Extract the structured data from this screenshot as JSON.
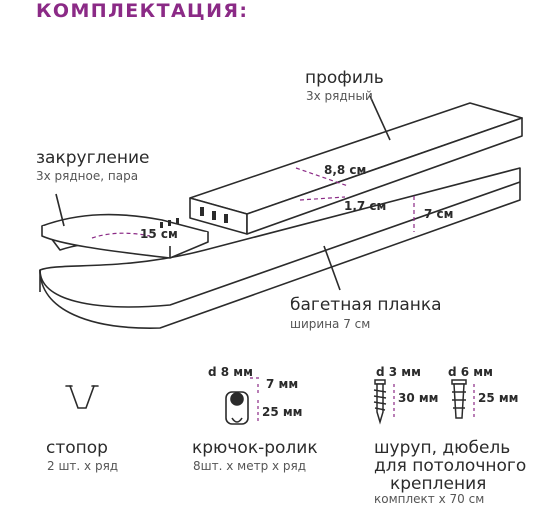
{
  "title": "КОМПЛЕКТАЦИЯ:",
  "colors": {
    "accent": "#8b2a86",
    "ink": "#2b2b2b",
    "muted": "#555555"
  },
  "parts": {
    "profile": {
      "label": "профиль",
      "sub": "3х рядный"
    },
    "rounding": {
      "label": "закругление",
      "sub": "3х рядное, пара"
    },
    "plank": {
      "label": "багетная планка",
      "sub": "ширина 7 см"
    }
  },
  "dimensions": {
    "profile_length": "8,8 см",
    "profile_width": "1,7 см",
    "plank_height": "7 см",
    "rounding_length": "15 см"
  },
  "accessories": {
    "stopper": {
      "label": "стопор",
      "sub": "2 шт. х ряд"
    },
    "hook": {
      "label": "крючок-ролик",
      "sub": "8шт. х метр х ряд",
      "d": "d 8 мм",
      "h1": "7 мм",
      "h2": "25 мм"
    },
    "screw": {
      "label_1": "шуруп, дюбель",
      "label_2": "для потолочного",
      "label_3": "крепления",
      "sub": "комплект х 70 см"
    },
    "screw_dims": {
      "d1": "d 3 мм",
      "d2": "d 6 мм",
      "len1": "30 мм",
      "len2": "25 мм"
    }
  }
}
